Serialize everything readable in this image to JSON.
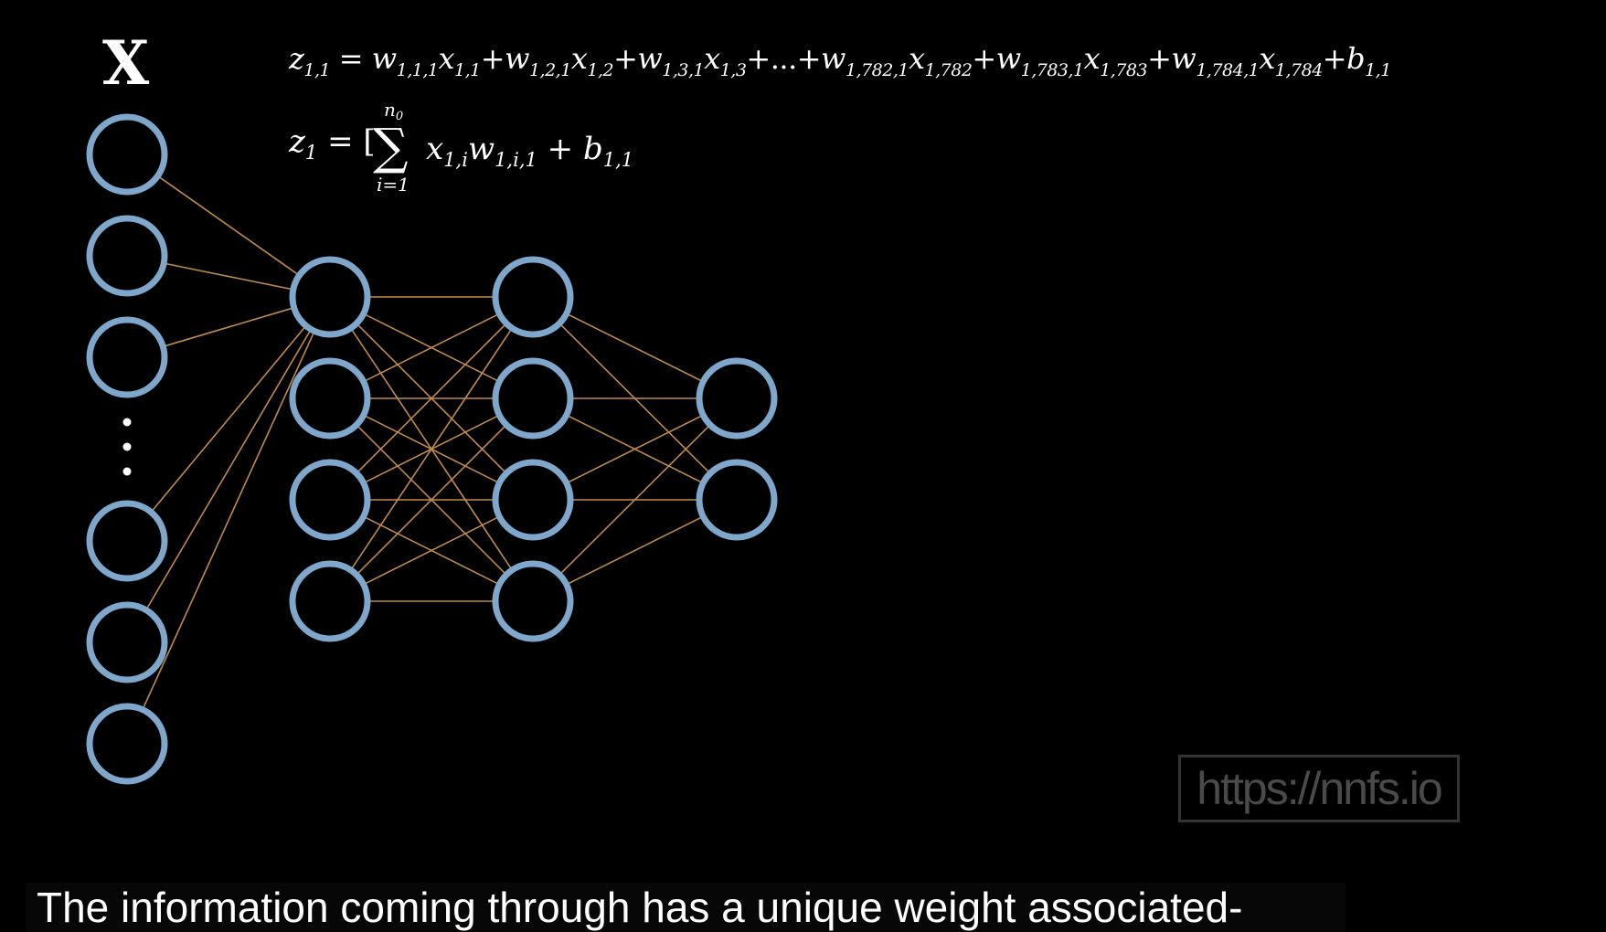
{
  "input_label": "X",
  "equations": {
    "eq1": [
      "z",
      "1,1",
      " = ",
      "w",
      "1,1,1",
      "x",
      "1,1",
      "+",
      "w",
      "1,2,1",
      "x",
      "1,2",
      "+",
      "w",
      "1,3,1",
      "x",
      "1,3",
      "+...+",
      "w",
      "1,782,1",
      "x",
      "1,782",
      "+",
      "w",
      "1,783,1",
      "x",
      "1,783",
      "+",
      "w",
      "1,784,1",
      "x",
      "1,784",
      "+",
      "b",
      "1,1"
    ],
    "eq2_lhs": "z",
    "eq2_lhs_sub": "1",
    "eq2_eq": " = [",
    "sigma_symbol": "∑",
    "sigma_upper": "n",
    "sigma_upper_sub": "0",
    "sigma_lower": "i=1",
    "eq2_terms": [
      "x",
      "1,i",
      "w",
      "1,i,1",
      " + ",
      "b",
      "1,1"
    ]
  },
  "network": {
    "layers": [
      {
        "count": 6,
        "ellipsis": true
      },
      {
        "count": 4
      },
      {
        "count": 4
      },
      {
        "count": 2
      }
    ],
    "node_color": "#7fa6cb",
    "edge_color": "#c08a4e",
    "background": "#000000"
  },
  "watermark": "https://nnfs.io",
  "caption": "The information coming through has a unique weight associated-"
}
